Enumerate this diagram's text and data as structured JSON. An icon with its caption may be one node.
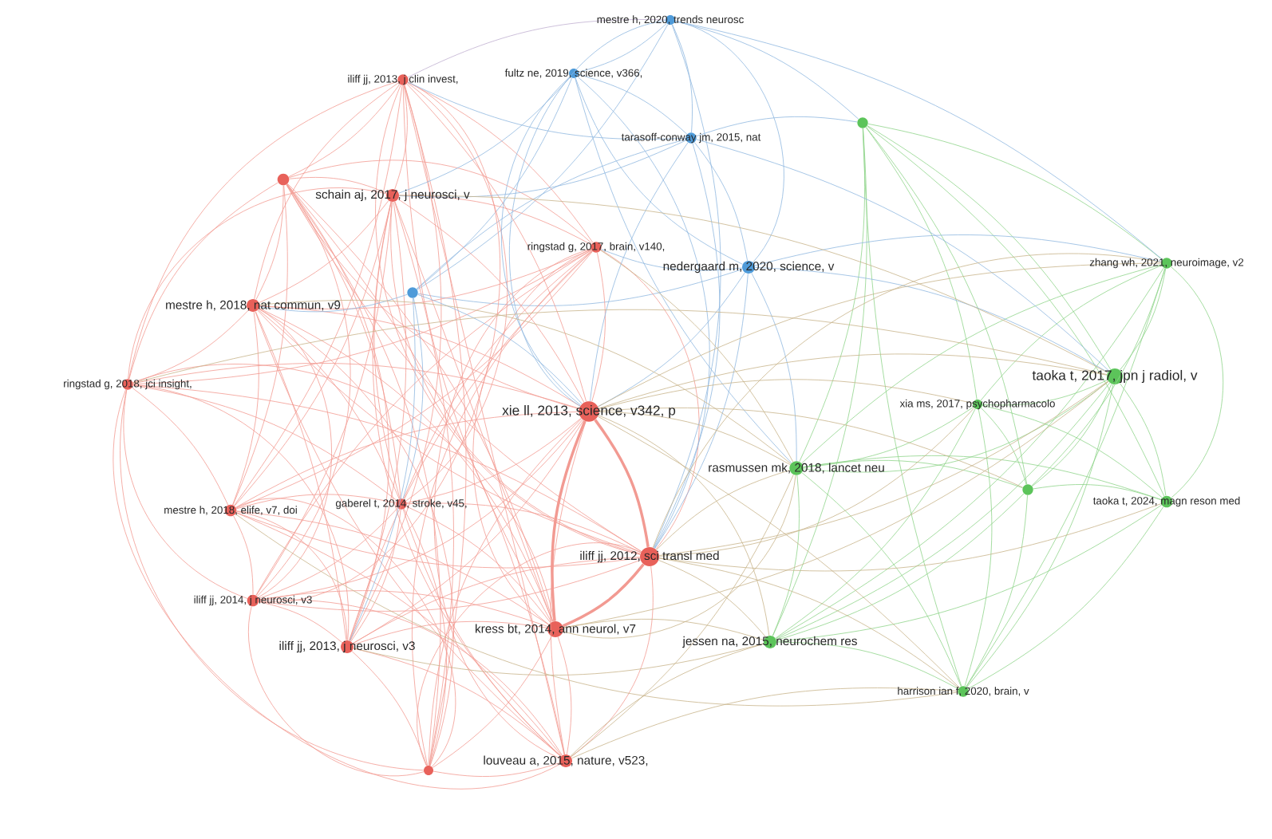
{
  "diagram": {
    "nodes": [
      {
        "text": [
          "mestre h, 2020, trends neurosc"
        ]
      },
      {
        "text": [
          "fultz ne, 2019, science, v366,"
        ]
      },
      {
        "text": [
          "tarasoff-conway jm, 2015, nat"
        ]
      },
      {
        "text": [
          "nedergaard m, 2020, science, v"
        ]
      },
      {
        "text": [],
        "shape": "circle"
      },
      {
        "text": [
          "iliff jj, 2013, j clin invest,"
        ]
      },
      {
        "text": [],
        "shape": "circle"
      },
      {
        "text": [
          "schain aj, 2017, j neurosci, v"
        ]
      },
      {
        "text": [
          "ringstad g, 2017, brain, v140,"
        ]
      },
      {
        "text": [
          "mestre h, 2018, nat commun, v9"
        ]
      },
      {
        "text": [
          "ringstad g, 2018, jci insight,"
        ]
      },
      {
        "text": [
          "xie ll, 2013, science, v342, p"
        ]
      },
      {
        "text": [
          "mestre h, 2018, elife, v7, doi"
        ]
      },
      {
        "text": [
          "gaberel t, 2014, stroke, v45,"
        ]
      },
      {
        "text": [
          "iliff jj, 2012, sci transl med"
        ]
      },
      {
        "text": [
          "iliff jj, 2014, j neurosci, v3"
        ]
      },
      {
        "text": [
          "iliff jj, 2013, j neurosci, v3"
        ]
      },
      {
        "text": [
          "kress bt, 2014, ann neurol, v7"
        ]
      },
      {
        "text": [
          "louveau a, 2015, nature, v523,"
        ]
      },
      {
        "text": [],
        "shape": "circle"
      },
      {
        "text": [],
        "shape": "circle"
      },
      {
        "text": [
          "zhang wh, 2021, neuroimage, v2"
        ]
      },
      {
        "text": [
          "taoka t, 2017, jpn j radiol, v"
        ]
      },
      {
        "text": [
          "xia ms, 2017, psychopharmacolo"
        ]
      },
      {
        "text": [
          "rasmussen mk, 2018, lancet neu"
        ]
      },
      {
        "text": [],
        "shape": "circle"
      },
      {
        "text": [
          "taoka t, 2024, magn reson med"
        ]
      },
      {
        "text": [
          "jessen na, 2015, neurochem res"
        ]
      },
      {
        "text": [
          "harrison ian f, 2020, brain, v"
        ]
      }
    ],
    "edges": [
      {
        "from": 0,
        "to": 1,
        "arrow": "none",
        "color": "#8fb8e0"
      },
      {
        "from": 0,
        "to": 2,
        "arrow": "none",
        "color": "#8fb8e0"
      },
      {
        "from": 0,
        "to": 3,
        "arrow": "none",
        "color": "#8fb8e0"
      },
      {
        "from": 0,
        "to": 4,
        "arrow": "none",
        "color": "#8fb8e0"
      },
      {
        "from": 1,
        "to": 2,
        "arrow": "none",
        "color": "#8fb8e0"
      },
      {
        "from": 1,
        "to": 3,
        "arrow": "none",
        "color": "#8fb8e0"
      },
      {
        "from": 1,
        "to": 4,
        "arrow": "none",
        "color": "#8fb8e0"
      },
      {
        "from": 2,
        "to": 3,
        "arrow": "none",
        "color": "#8fb8e0"
      },
      {
        "from": 2,
        "to": 4,
        "arrow": "none",
        "color": "#8fb8e0"
      },
      {
        "from": 3,
        "to": 4,
        "arrow": "none",
        "color": "#8fb8e0"
      },
      {
        "from": 5,
        "to": 6,
        "arrow": "none"
      },
      {
        "from": 5,
        "to": 7,
        "arrow": "none"
      },
      {
        "from": 5,
        "to": 8,
        "arrow": "none"
      },
      {
        "from": 5,
        "to": 9,
        "arrow": "none"
      },
      {
        "from": 5,
        "to": 10,
        "arrow": "none"
      },
      {
        "from": 5,
        "to": 11,
        "arrow": "none"
      },
      {
        "from": 5,
        "to": 12,
        "arrow": "none"
      },
      {
        "from": 5,
        "to": 13,
        "arrow": "none"
      },
      {
        "from": 5,
        "to": 14,
        "arrow": "none"
      },
      {
        "from": 5,
        "to": 15,
        "arrow": "none"
      },
      {
        "from": 5,
        "to": 16,
        "arrow": "none"
      },
      {
        "from": 5,
        "to": 17,
        "arrow": "none"
      },
      {
        "from": 5,
        "to": 18,
        "arrow": "none"
      },
      {
        "from": 5,
        "to": 19,
        "arrow": "none"
      },
      {
        "from": 6,
        "to": 7,
        "arrow": "none"
      },
      {
        "from": 6,
        "to": 8,
        "arrow": "none"
      },
      {
        "from": 6,
        "to": 9,
        "arrow": "none"
      },
      {
        "from": 6,
        "to": 10,
        "arrow": "none"
      },
      {
        "from": 6,
        "to": 11,
        "arrow": "none"
      },
      {
        "from": 6,
        "to": 12,
        "arrow": "none"
      },
      {
        "from": 6,
        "to": 13,
        "arrow": "none"
      },
      {
        "from": 6,
        "to": 14,
        "arrow": "none"
      },
      {
        "from": 6,
        "to": 15,
        "arrow": "none"
      },
      {
        "from": 6,
        "to": 16,
        "arrow": "none"
      },
      {
        "from": 6,
        "to": 17,
        "arrow": "none"
      },
      {
        "from": 6,
        "to": 18,
        "arrow": "none"
      },
      {
        "from": 6,
        "to": 19,
        "arrow": "none"
      },
      {
        "from": 7,
        "to": 8,
        "arrow": "none"
      },
      {
        "from": 7,
        "to": 9,
        "arrow": "none"
      },
      {
        "from": 7,
        "to": 10,
        "arrow": "none"
      },
      {
        "from": 7,
        "to": 11,
        "arrow": "none"
      },
      {
        "from": 7,
        "to": 12,
        "arrow": "none"
      },
      {
        "from": 7,
        "to": 13,
        "arrow": "none"
      },
      {
        "from": 7,
        "to": 14,
        "arrow": "none"
      },
      {
        "from": 7,
        "to": 15,
        "arrow": "none"
      },
      {
        "from": 7,
        "to": 16,
        "arrow": "none"
      },
      {
        "from": 7,
        "to": 17,
        "arrow": "none"
      },
      {
        "from": 7,
        "to": 18,
        "arrow": "none"
      },
      {
        "from": 7,
        "to": 19,
        "arrow": "none"
      },
      {
        "from": 8,
        "to": 9,
        "arrow": "none"
      },
      {
        "from": 8,
        "to": 10,
        "arrow": "none"
      },
      {
        "from": 8,
        "to": 11,
        "arrow": "none"
      },
      {
        "from": 8,
        "to": 12,
        "arrow": "none"
      },
      {
        "from": 8,
        "to": 13,
        "arrow": "none"
      },
      {
        "from": 8,
        "to": 14,
        "arrow": "none"
      },
      {
        "from": 8,
        "to": 15,
        "arrow": "none"
      },
      {
        "from": 8,
        "to": 16,
        "arrow": "none"
      },
      {
        "from": 8,
        "to": 17,
        "arrow": "none"
      },
      {
        "from": 8,
        "to": 18,
        "arrow": "none"
      },
      {
        "from": 8,
        "to": 19,
        "arrow": "none"
      },
      {
        "from": 9,
        "to": 10,
        "arrow": "none"
      },
      {
        "from": 9,
        "to": 11,
        "arrow": "none"
      },
      {
        "from": 9,
        "to": 12,
        "arrow": "none"
      },
      {
        "from": 9,
        "to": 13,
        "arrow": "none"
      },
      {
        "from": 9,
        "to": 14,
        "arrow": "none"
      },
      {
        "from": 9,
        "to": 15,
        "arrow": "none"
      },
      {
        "from": 9,
        "to": 16,
        "arrow": "none"
      },
      {
        "from": 9,
        "to": 17,
        "arrow": "none"
      },
      {
        "from": 9,
        "to": 18,
        "arrow": "none"
      },
      {
        "from": 9,
        "to": 19,
        "arrow": "none"
      },
      {
        "from": 10,
        "to": 11,
        "arrow": "none"
      },
      {
        "from": 10,
        "to": 12,
        "arrow": "none"
      },
      {
        "from": 10,
        "to": 13,
        "arrow": "none"
      },
      {
        "from": 10,
        "to": 14,
        "arrow": "none"
      },
      {
        "from": 10,
        "to": 15,
        "arrow": "none"
      },
      {
        "from": 10,
        "to": 16,
        "arrow": "none"
      },
      {
        "from": 10,
        "to": 17,
        "arrow": "none"
      },
      {
        "from": 10,
        "to": 18,
        "arrow": "none"
      },
      {
        "from": 10,
        "to": 19,
        "arrow": "none"
      },
      {
        "from": 11,
        "to": 12,
        "arrow": "none"
      },
      {
        "from": 11,
        "to": 13,
        "arrow": "none"
      },
      {
        "from": 11,
        "to": 14,
        "arrow": "none",
        "style": "thick"
      },
      {
        "from": 11,
        "to": 15,
        "arrow": "none"
      },
      {
        "from": 11,
        "to": 16,
        "arrow": "none"
      },
      {
        "from": 11,
        "to": 17,
        "arrow": "none",
        "style": "thick"
      },
      {
        "from": 11,
        "to": 18,
        "arrow": "none"
      },
      {
        "from": 11,
        "to": 19,
        "arrow": "none"
      },
      {
        "from": 12,
        "to": 13,
        "arrow": "none"
      },
      {
        "from": 12,
        "to": 14,
        "arrow": "none"
      },
      {
        "from": 12,
        "to": 15,
        "arrow": "none"
      },
      {
        "from": 12,
        "to": 16,
        "arrow": "none"
      },
      {
        "from": 12,
        "to": 17,
        "arrow": "none"
      },
      {
        "from": 12,
        "to": 18,
        "arrow": "none"
      },
      {
        "from": 12,
        "to": 19,
        "arrow": "none"
      },
      {
        "from": 13,
        "to": 14,
        "arrow": "none"
      },
      {
        "from": 13,
        "to": 15,
        "arrow": "none"
      },
      {
        "from": 13,
        "to": 16,
        "arrow": "none"
      },
      {
        "from": 13,
        "to": 17,
        "arrow": "none"
      },
      {
        "from": 13,
        "to": 18,
        "arrow": "none"
      },
      {
        "from": 13,
        "to": 19,
        "arrow": "none"
      },
      {
        "from": 14,
        "to": 15,
        "arrow": "none"
      },
      {
        "from": 14,
        "to": 16,
        "arrow": "none"
      },
      {
        "from": 14,
        "to": 17,
        "arrow": "none",
        "style": "thick"
      },
      {
        "from": 14,
        "to": 18,
        "arrow": "none"
      },
      {
        "from": 14,
        "to": 19,
        "arrow": "none"
      },
      {
        "from": 15,
        "to": 16,
        "arrow": "none"
      },
      {
        "from": 15,
        "to": 17,
        "arrow": "none"
      },
      {
        "from": 15,
        "to": 18,
        "arrow": "none"
      },
      {
        "from": 15,
        "to": 19,
        "arrow": "none"
      },
      {
        "from": 16,
        "to": 17,
        "arrow": "none"
      },
      {
        "from": 16,
        "to": 18,
        "arrow": "none"
      },
      {
        "from": 16,
        "to": 19,
        "arrow": "none"
      },
      {
        "from": 17,
        "to": 18,
        "arrow": "none"
      },
      {
        "from": 17,
        "to": 19,
        "arrow": "none"
      },
      {
        "from": 18,
        "to": 19,
        "arrow": "none"
      },
      {
        "from": 20,
        "to": 21,
        "arrow": "none",
        "color": "#8fd48a"
      },
      {
        "from": 20,
        "to": 22,
        "arrow": "none",
        "color": "#8fd48a"
      },
      {
        "from": 20,
        "to": 23,
        "arrow": "none",
        "color": "#8fd48a"
      },
      {
        "from": 20,
        "to": 24,
        "arrow": "none",
        "color": "#8fd48a"
      },
      {
        "from": 20,
        "to": 25,
        "arrow": "none",
        "color": "#8fd48a"
      },
      {
        "from": 20,
        "to": 26,
        "arrow": "none",
        "color": "#8fd48a"
      },
      {
        "from": 20,
        "to": 27,
        "arrow": "none",
        "color": "#8fd48a"
      },
      {
        "from": 20,
        "to": 28,
        "arrow": "none",
        "color": "#8fd48a"
      },
      {
        "from": 21,
        "to": 22,
        "arrow": "none",
        "color": "#8fd48a"
      },
      {
        "from": 21,
        "to": 23,
        "arrow": "none",
        "color": "#8fd48a"
      },
      {
        "from": 21,
        "to": 24,
        "arrow": "none",
        "color": "#8fd48a"
      },
      {
        "from": 21,
        "to": 25,
        "arrow": "none",
        "color": "#8fd48a"
      },
      {
        "from": 21,
        "to": 26,
        "arrow": "none",
        "color": "#8fd48a"
      },
      {
        "from": 21,
        "to": 27,
        "arrow": "none",
        "color": "#8fd48a"
      },
      {
        "from": 21,
        "to": 28,
        "arrow": "none",
        "color": "#8fd48a"
      },
      {
        "from": 22,
        "to": 23,
        "arrow": "none",
        "color": "#8fd48a"
      },
      {
        "from": 22,
        "to": 24,
        "arrow": "none",
        "color": "#8fd48a"
      },
      {
        "from": 22,
        "to": 25,
        "arrow": "none",
        "color": "#8fd48a"
      },
      {
        "from": 22,
        "to": 26,
        "arrow": "none",
        "color": "#8fd48a"
      },
      {
        "from": 22,
        "to": 27,
        "arrow": "none",
        "color": "#8fd48a"
      },
      {
        "from": 22,
        "to": 28,
        "arrow": "none",
        "color": "#8fd48a"
      },
      {
        "from": 23,
        "to": 24,
        "arrow": "none",
        "color": "#8fd48a"
      },
      {
        "from": 23,
        "to": 25,
        "arrow": "none",
        "color": "#8fd48a"
      },
      {
        "from": 23,
        "to": 26,
        "arrow": "none",
        "color": "#8fd48a"
      },
      {
        "from": 23,
        "to": 27,
        "arrow": "none",
        "color": "#8fd48a"
      },
      {
        "from": 23,
        "to": 28,
        "arrow": "none",
        "color": "#8fd48a"
      },
      {
        "from": 24,
        "to": 25,
        "arrow": "none",
        "color": "#8fd48a"
      },
      {
        "from": 24,
        "to": 26,
        "arrow": "none",
        "color": "#8fd48a"
      },
      {
        "from": 24,
        "to": 27,
        "arrow": "none",
        "color": "#8fd48a"
      },
      {
        "from": 24,
        "to": 28,
        "arrow": "none",
        "color": "#8fd48a"
      },
      {
        "from": 25,
        "to": 26,
        "arrow": "none",
        "color": "#8fd48a"
      },
      {
        "from": 25,
        "to": 27,
        "arrow": "none",
        "color": "#8fd48a"
      },
      {
        "from": 25,
        "to": 28,
        "arrow": "none",
        "color": "#8fd48a"
      },
      {
        "from": 26,
        "to": 27,
        "arrow": "none",
        "color": "#8fd48a"
      },
      {
        "from": 26,
        "to": 28,
        "arrow": "none",
        "color": "#8fd48a"
      },
      {
        "from": 27,
        "to": 28,
        "arrow": "none",
        "color": "#8fd48a"
      },
      {
        "from": 0,
        "to": 5,
        "arrow": "none",
        "color": "#c0b0d0"
      },
      {
        "from": 0,
        "to": 11,
        "arrow": "none",
        "color": "#8fb8e0"
      },
      {
        "from": 0,
        "to": 14,
        "arrow": "none",
        "color": "#8fb8e0"
      },
      {
        "from": 0,
        "to": 20,
        "arrow": "none",
        "color": "#8fb8e0"
      },
      {
        "from": 0,
        "to": 21,
        "arrow": "none",
        "color": "#8fb8e0"
      },
      {
        "from": 1,
        "to": 11,
        "arrow": "none",
        "color": "#8fb8e0"
      },
      {
        "from": 1,
        "to": 14,
        "arrow": "none",
        "color": "#8fb8e0"
      },
      {
        "from": 1,
        "to": 7,
        "arrow": "none",
        "color": "#8fb8e0"
      },
      {
        "from": 1,
        "to": 24,
        "arrow": "none",
        "color": "#8fb8e0"
      },
      {
        "from": 2,
        "to": 5,
        "arrow": "none",
        "color": "#8fb8e0"
      },
      {
        "from": 2,
        "to": 7,
        "arrow": "none",
        "color": "#8fb8e0"
      },
      {
        "from": 2,
        "to": 11,
        "arrow": "none",
        "color": "#8fb8e0"
      },
      {
        "from": 2,
        "to": 14,
        "arrow": "none",
        "color": "#8fb8e0"
      },
      {
        "from": 2,
        "to": 20,
        "arrow": "none",
        "color": "#8fb8e0"
      },
      {
        "from": 2,
        "to": 22,
        "arrow": "none",
        "color": "#8fb8e0"
      },
      {
        "from": 3,
        "to": 8,
        "arrow": "none",
        "color": "#8fb8e0"
      },
      {
        "from": 3,
        "to": 11,
        "arrow": "none",
        "color": "#8fb8e0"
      },
      {
        "from": 3,
        "to": 14,
        "arrow": "none",
        "color": "#8fb8e0"
      },
      {
        "from": 3,
        "to": 21,
        "arrow": "none",
        "color": "#8fb8e0"
      },
      {
        "from": 3,
        "to": 22,
        "arrow": "none",
        "color": "#8fb8e0"
      },
      {
        "from": 3,
        "to": 24,
        "arrow": "none",
        "color": "#8fb8e0"
      },
      {
        "from": 4,
        "to": 9,
        "arrow": "none",
        "color": "#8fb8e0"
      },
      {
        "from": 4,
        "to": 11,
        "arrow": "none",
        "color": "#8fb8e0"
      },
      {
        "from": 4,
        "to": 13,
        "arrow": "none",
        "color": "#8fb8e0"
      },
      {
        "from": 4,
        "to": 16,
        "arrow": "none",
        "color": "#8fb8e0"
      },
      {
        "from": 11,
        "to": 21,
        "arrow": "none",
        "color": "#c8b48a"
      },
      {
        "from": 11,
        "to": 22,
        "arrow": "none",
        "color": "#c8b48a"
      },
      {
        "from": 11,
        "to": 23,
        "arrow": "none",
        "color": "#c8b48a"
      },
      {
        "from": 11,
        "to": 24,
        "arrow": "none",
        "color": "#c8b48a"
      },
      {
        "from": 11,
        "to": 25,
        "arrow": "none",
        "color": "#c8b48a"
      },
      {
        "from": 11,
        "to": 27,
        "arrow": "none",
        "color": "#c8b48a"
      },
      {
        "from": 11,
        "to": 28,
        "arrow": "none",
        "color": "#c8b48a"
      },
      {
        "from": 14,
        "to": 21,
        "arrow": "none",
        "color": "#c8b48a"
      },
      {
        "from": 14,
        "to": 22,
        "arrow": "none",
        "color": "#c8b48a"
      },
      {
        "from": 14,
        "to": 23,
        "arrow": "none",
        "color": "#c8b48a"
      },
      {
        "from": 14,
        "to": 24,
        "arrow": "none",
        "color": "#c8b48a"
      },
      {
        "from": 14,
        "to": 26,
        "arrow": "none",
        "color": "#c8b48a"
      },
      {
        "from": 14,
        "to": 27,
        "arrow": "none",
        "color": "#c8b48a"
      },
      {
        "from": 14,
        "to": 28,
        "arrow": "none",
        "color": "#c8b48a"
      },
      {
        "from": 17,
        "to": 24,
        "arrow": "none",
        "color": "#c8b48a"
      },
      {
        "from": 17,
        "to": 27,
        "arrow": "none",
        "color": "#c8b48a"
      },
      {
        "from": 17,
        "to": 22,
        "arrow": "none",
        "color": "#c8b48a"
      },
      {
        "from": 18,
        "to": 24,
        "arrow": "none",
        "color": "#c8b48a"
      },
      {
        "from": 18,
        "to": 27,
        "arrow": "none",
        "color": "#c8b48a"
      },
      {
        "from": 18,
        "to": 28,
        "arrow": "none",
        "color": "#c8b48a"
      },
      {
        "from": 16,
        "to": 27,
        "arrow": "none",
        "color": "#c8b48a"
      },
      {
        "from": 9,
        "to": 24,
        "arrow": "none",
        "color": "#c8b48a"
      },
      {
        "from": 7,
        "to": 22,
        "arrow": "none",
        "color": "#c8b48a"
      },
      {
        "from": 10,
        "to": 22,
        "arrow": "none",
        "color": "#c8b48a"
      },
      {
        "from": 12,
        "to": 28,
        "arrow": "none",
        "color": "#c8b48a"
      },
      {
        "from": 8,
        "to": 24,
        "arrow": "none",
        "color": "#c8b48a"
      }
    ]
  }
}
